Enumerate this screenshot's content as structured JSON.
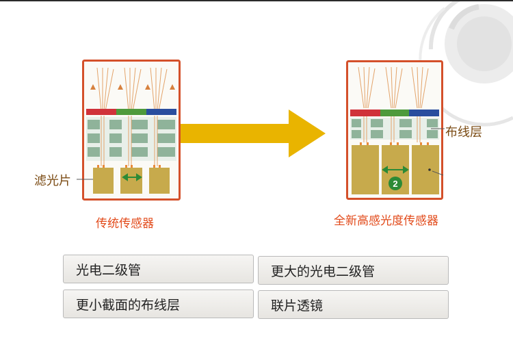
{
  "labels": {
    "filter": "滤光片",
    "wiring_layer": "布线层"
  },
  "captions": {
    "traditional": "传统传感器",
    "new": "全新高感光度传感器"
  },
  "marker": "2",
  "options": [
    "光电二级管",
    "更大的光电二级管",
    "更小截面的布线层",
    "联片透镜"
  ],
  "colors": {
    "frame": "#d4502a",
    "arrow": "#e9b400",
    "caption": "#e24a1a",
    "label": "#7a4a12",
    "filter_red": "#d0323a",
    "filter_green": "#4e9a3c",
    "filter_blue": "#2a4e9e",
    "photodiode": "#c7aa4c",
    "wiring": "#8fb39a",
    "marker": "#2c8a36"
  }
}
